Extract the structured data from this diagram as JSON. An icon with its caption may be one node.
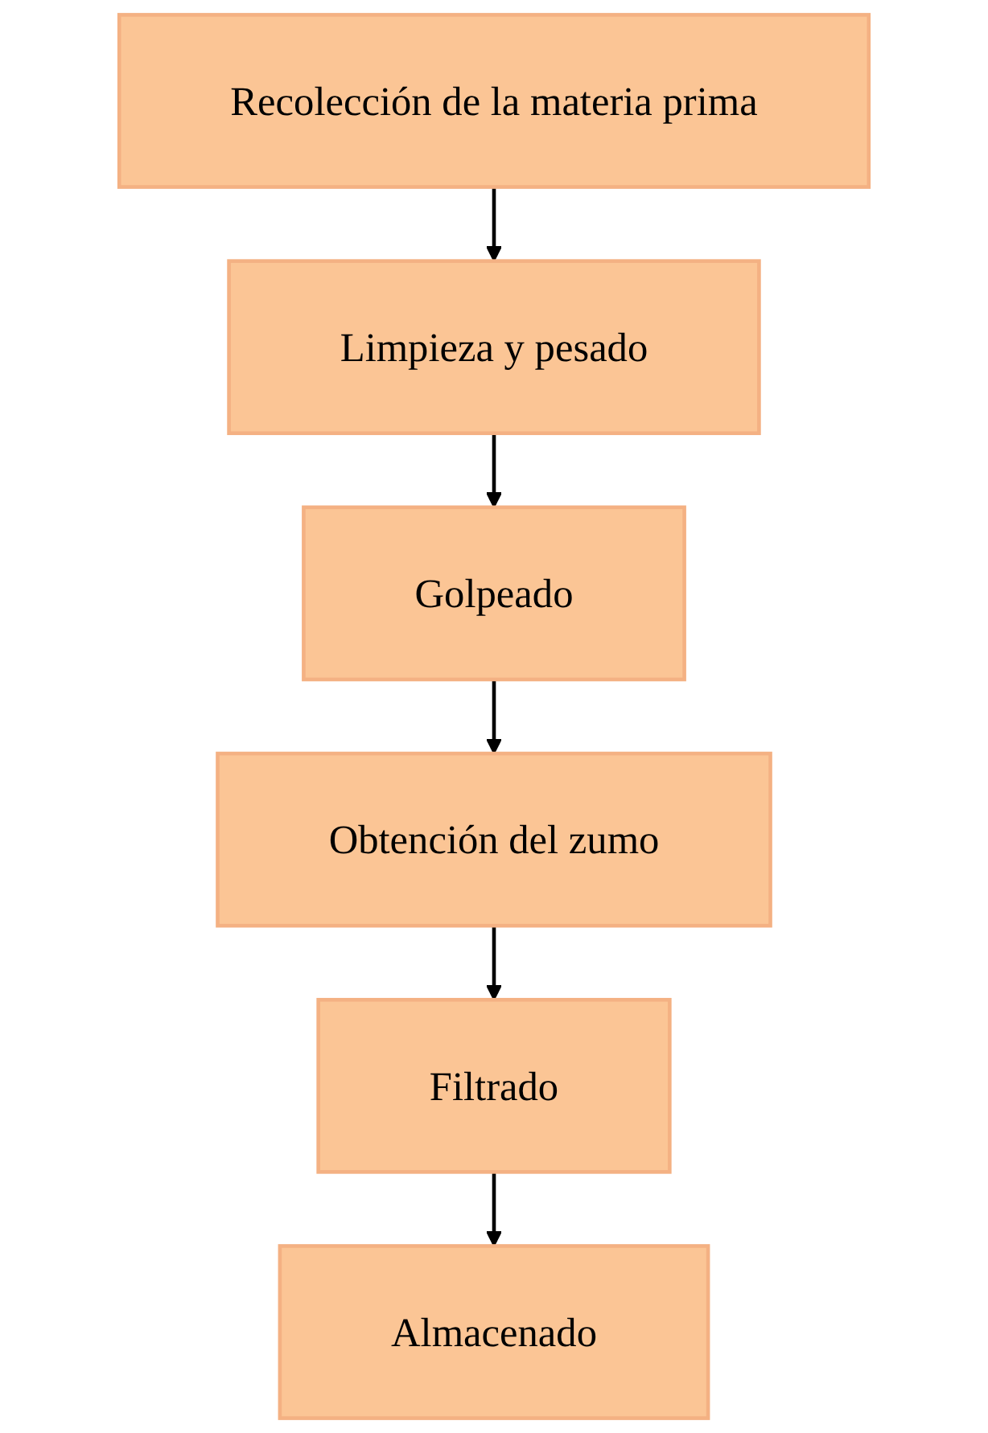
{
  "diagram": {
    "nodes": [
      {
        "text": [
          "Recolección de la materia prima"
        ]
      },
      {
        "text": [
          "Limpieza y pesado"
        ]
      },
      {
        "text": [
          "Golpeado"
        ]
      },
      {
        "text": [
          "Obtención del zumo"
        ]
      },
      {
        "text": [
          "Filtrado"
        ]
      },
      {
        "text": [
          "Almacenado"
        ]
      }
    ],
    "edges": [
      {
        "from": 0,
        "to": 1,
        "arrow": "to"
      },
      {
        "from": 1,
        "to": 2,
        "arrow": "to"
      },
      {
        "from": 2,
        "to": 3,
        "arrow": "to"
      },
      {
        "from": 3,
        "to": 4,
        "arrow": "to"
      },
      {
        "from": 4,
        "to": 5,
        "arrow": "to"
      }
    ]
  }
}
